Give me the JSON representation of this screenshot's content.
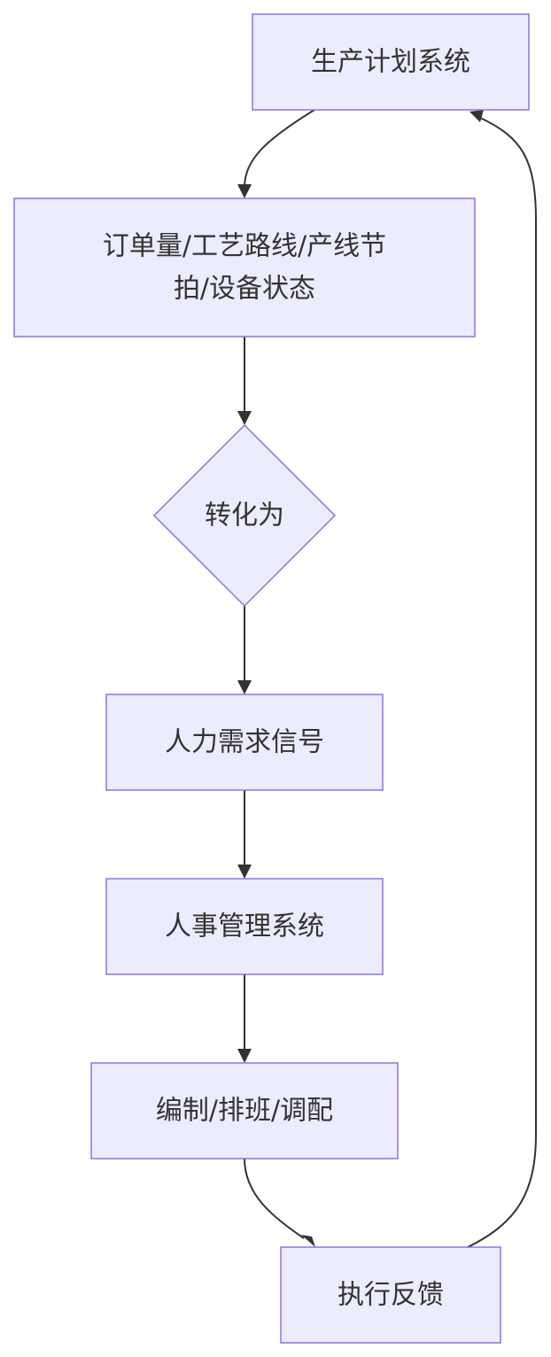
{
  "diagram": {
    "nodes": {
      "plan_system": "生产计划系统",
      "inputs_line1": "订单量/工艺路线/产线节",
      "inputs_line2": "拍/设备状态",
      "convert": "转化为",
      "demand_signal": "人力需求信号",
      "hr_system": "人事管理系统",
      "staffing": "编制/排班/调配",
      "feedback": "执行反馈"
    },
    "colors": {
      "node_fill": "#ECECFF",
      "node_stroke": "#9370DB",
      "edge": "#333333",
      "text": "#333333"
    }
  }
}
